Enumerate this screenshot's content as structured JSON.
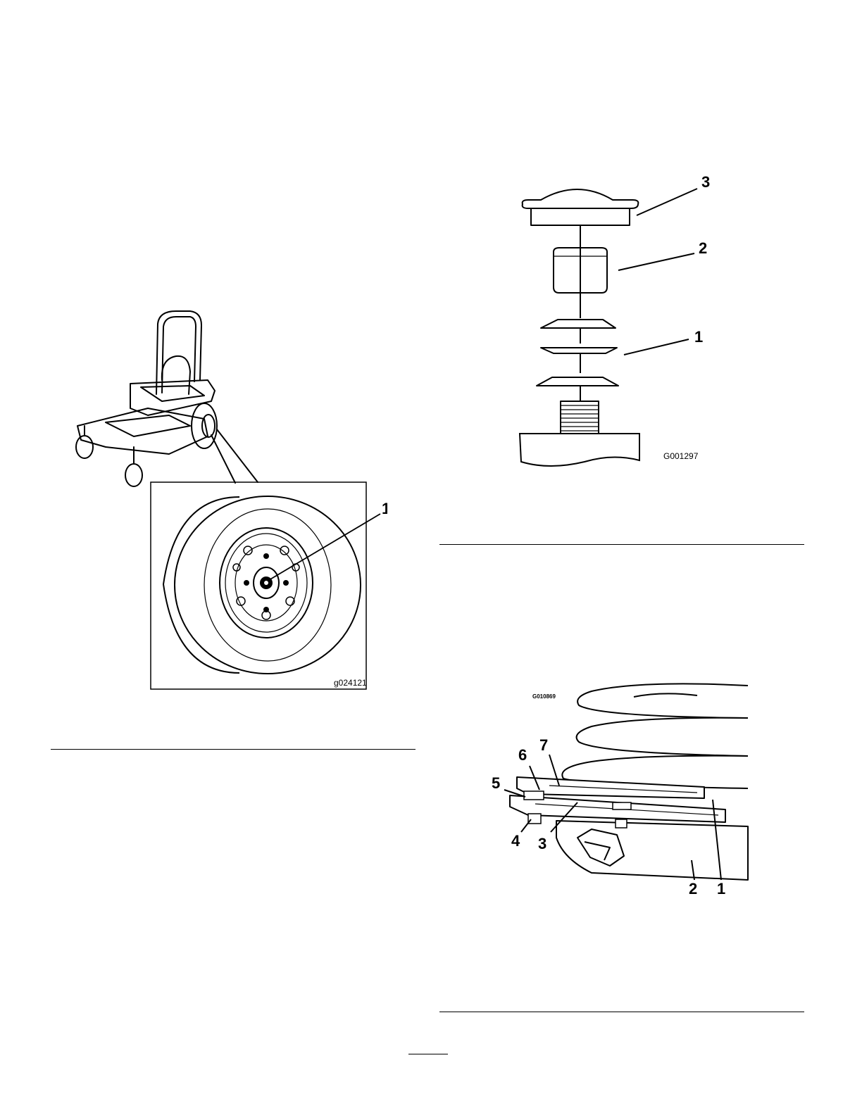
{
  "figure_wheel": {
    "code": "g024121",
    "callouts": [
      "1"
    ]
  },
  "figure_blade_stack": {
    "code": "G001297",
    "callouts": [
      "3",
      "2",
      "1"
    ]
  },
  "figure_clutch": {
    "code": "G010869",
    "callouts": [
      "7",
      "6",
      "5",
      "4",
      "3",
      "2",
      "1"
    ]
  }
}
